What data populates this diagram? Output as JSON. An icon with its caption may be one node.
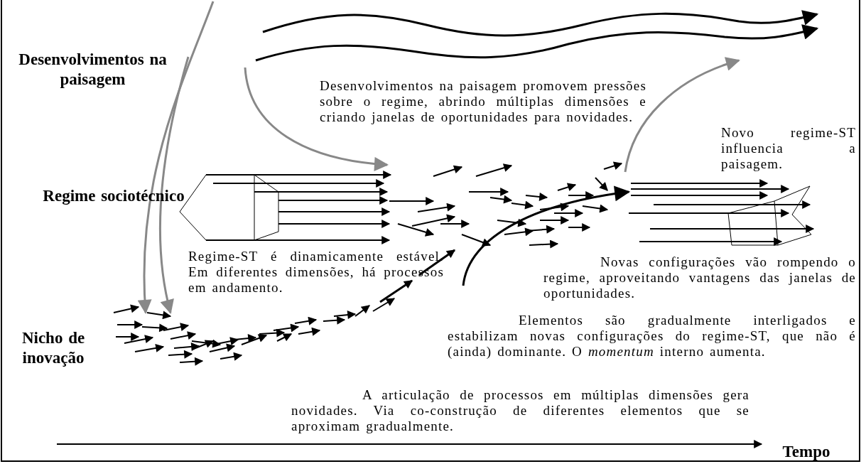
{
  "diagram": {
    "labels": [
      "Desenvolvimentos na paisagem",
      "Regime sociotécnico",
      "Nicho de inovação",
      "Desenvolvimentos na paisagem promovem pressões sobre o regime, abrindo múltiplas dimensões e criando janelas de oportunidades para novidades.",
      "Novo regime-ST influencia a paisagem.",
      "Regime-ST é dinamicamente estável. Em diferentes dimensões, há processos em andamento.",
      "Novas configurações vão rompendo o regime, aproveitando vantagens das janelas de oportunidades.",
      "Elementos são gradualmente interligados e estabilizam novas configurações do regime-ST, que não é (ainda) dominante. O *momentum* interno aumenta.",
      "A articulação de processos em múltiplas dimensões gera novidades. Via co-construção de diferentes elementos que se aproximam gradualmente.",
      "Tempo"
    ]
  }
}
